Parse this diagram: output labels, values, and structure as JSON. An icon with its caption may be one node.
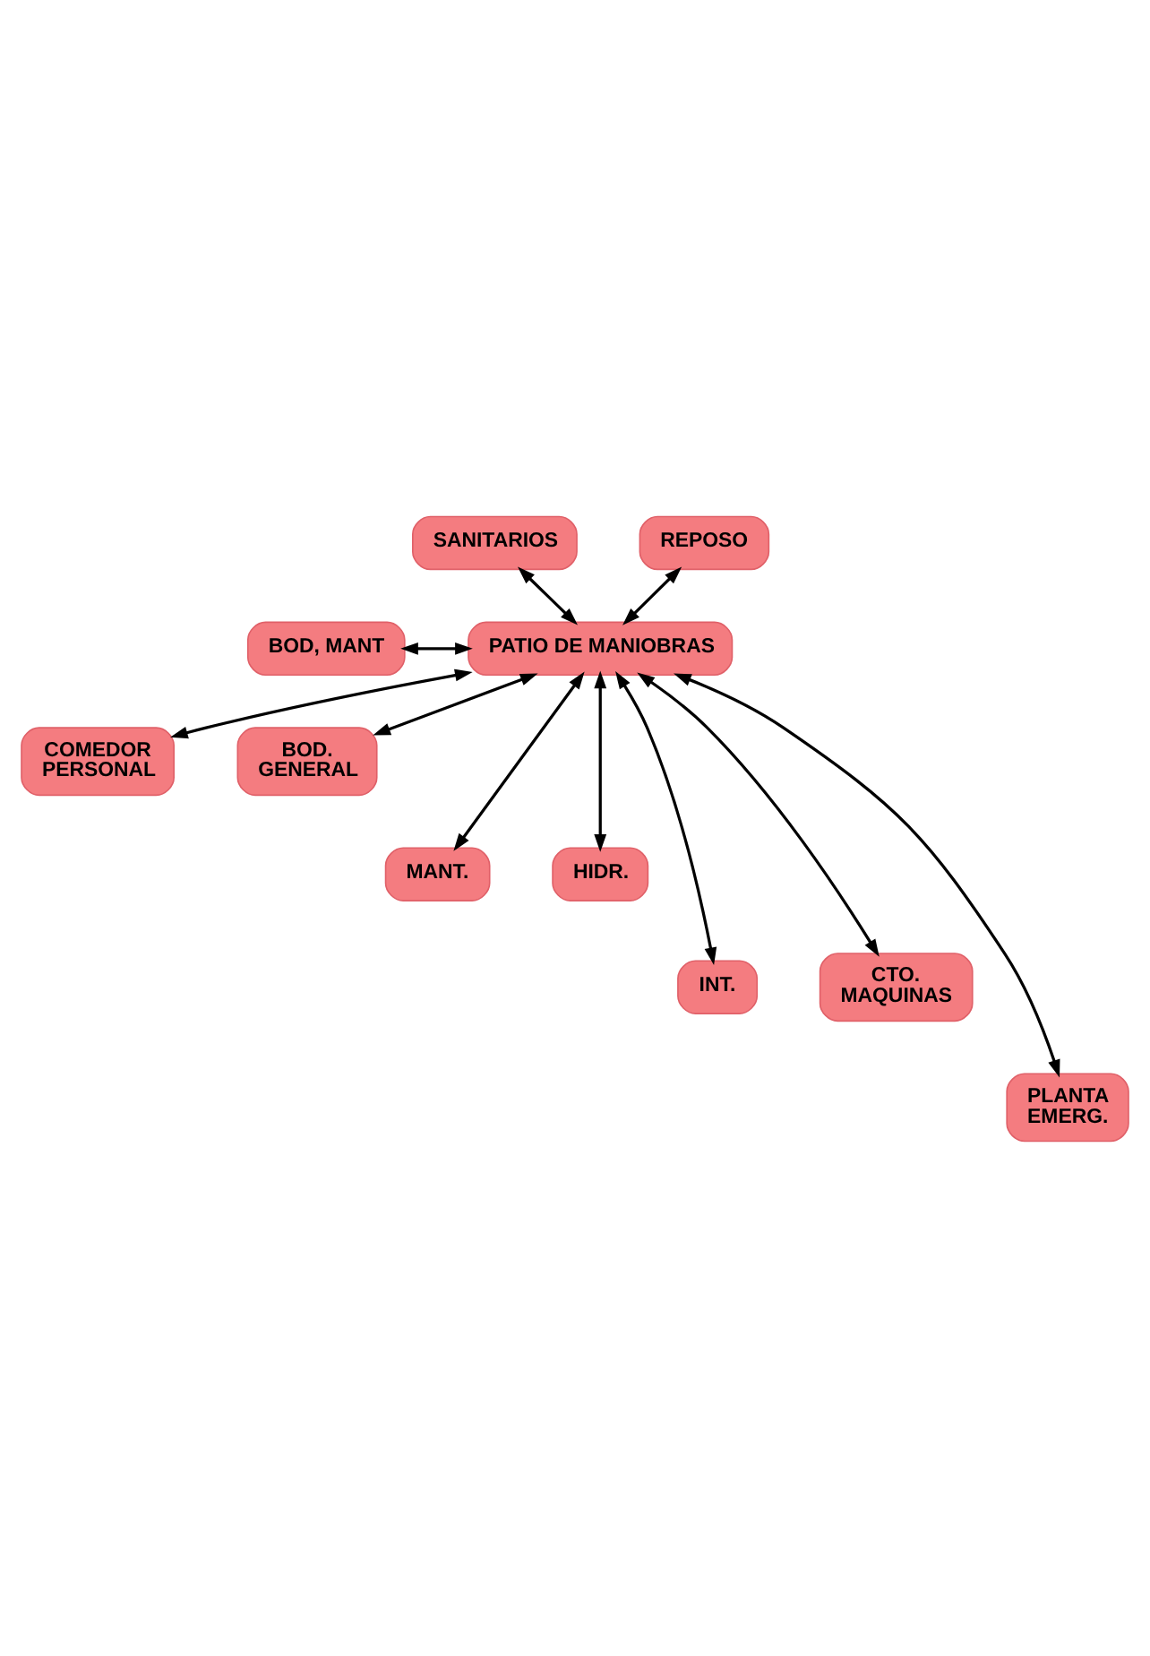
{
  "diagram": {
    "nodes": [
      {
        "text": [
          "SANITARIOS"
        ]
      },
      {
        "text": [
          "REPOSO"
        ]
      },
      {
        "text": [
          "BOD, MANT"
        ]
      },
      {
        "text": [
          "PATIO DE MANIOBRAS"
        ]
      },
      {
        "text": [
          "COMEDOR PERSONAL"
        ]
      },
      {
        "text": [
          "BOD. GENERAL"
        ]
      },
      {
        "text": [
          "MANT."
        ]
      },
      {
        "text": [
          "HIDR."
        ]
      },
      {
        "text": [
          "INT."
        ]
      },
      {
        "text": [
          "CTO. MAQUINAS"
        ]
      },
      {
        "text": [
          "PLANTA EMERG."
        ]
      }
    ],
    "edges": [
      {
        "from": 0,
        "to": 3,
        "arrow": "both"
      },
      {
        "from": 1,
        "to": 3,
        "arrow": "both"
      },
      {
        "from": 2,
        "to": 3,
        "arrow": "both"
      },
      {
        "from": 3,
        "to": 4,
        "arrow": "both"
      },
      {
        "from": 3,
        "to": 5,
        "arrow": "both"
      },
      {
        "from": 3,
        "to": 6,
        "arrow": "both"
      },
      {
        "from": 3,
        "to": 7,
        "arrow": "both"
      },
      {
        "from": 3,
        "to": 8,
        "arrow": "both"
      },
      {
        "from": 3,
        "to": 9,
        "arrow": "both"
      },
      {
        "from": 3,
        "to": 10,
        "arrow": "both"
      }
    ]
  }
}
